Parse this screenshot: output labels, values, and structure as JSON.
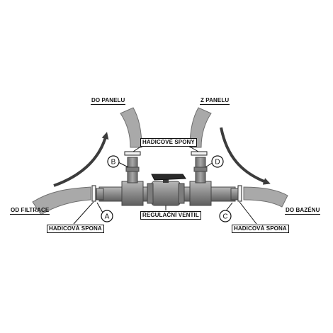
{
  "labels": {
    "do_panelu": "DO PANELU",
    "z_panelu": "Z PANELU",
    "hadicove_spony": "HADICOVÉ SPONY",
    "od_filtrace": "OD FILTRACE",
    "do_bazenu": "DO BAZÉNU",
    "regulacni_ventil": "REGULAČNÍ VENTIL",
    "hadicova_spona_left": "HADICOVÁ SPONA",
    "hadicova_spona_right": "HADICOVÁ SPONA"
  },
  "markers": {
    "a": "A",
    "b": "B",
    "c": "C",
    "d": "D"
  },
  "colors": {
    "hose": "#a9a9a9",
    "hose_edge": "#6e6e6e",
    "pipe": "#8d8d8d",
    "pipe_dark": "#555555",
    "handle": "#2a2a2a",
    "arrow": "#3c3c3c",
    "ink": "#111111"
  }
}
